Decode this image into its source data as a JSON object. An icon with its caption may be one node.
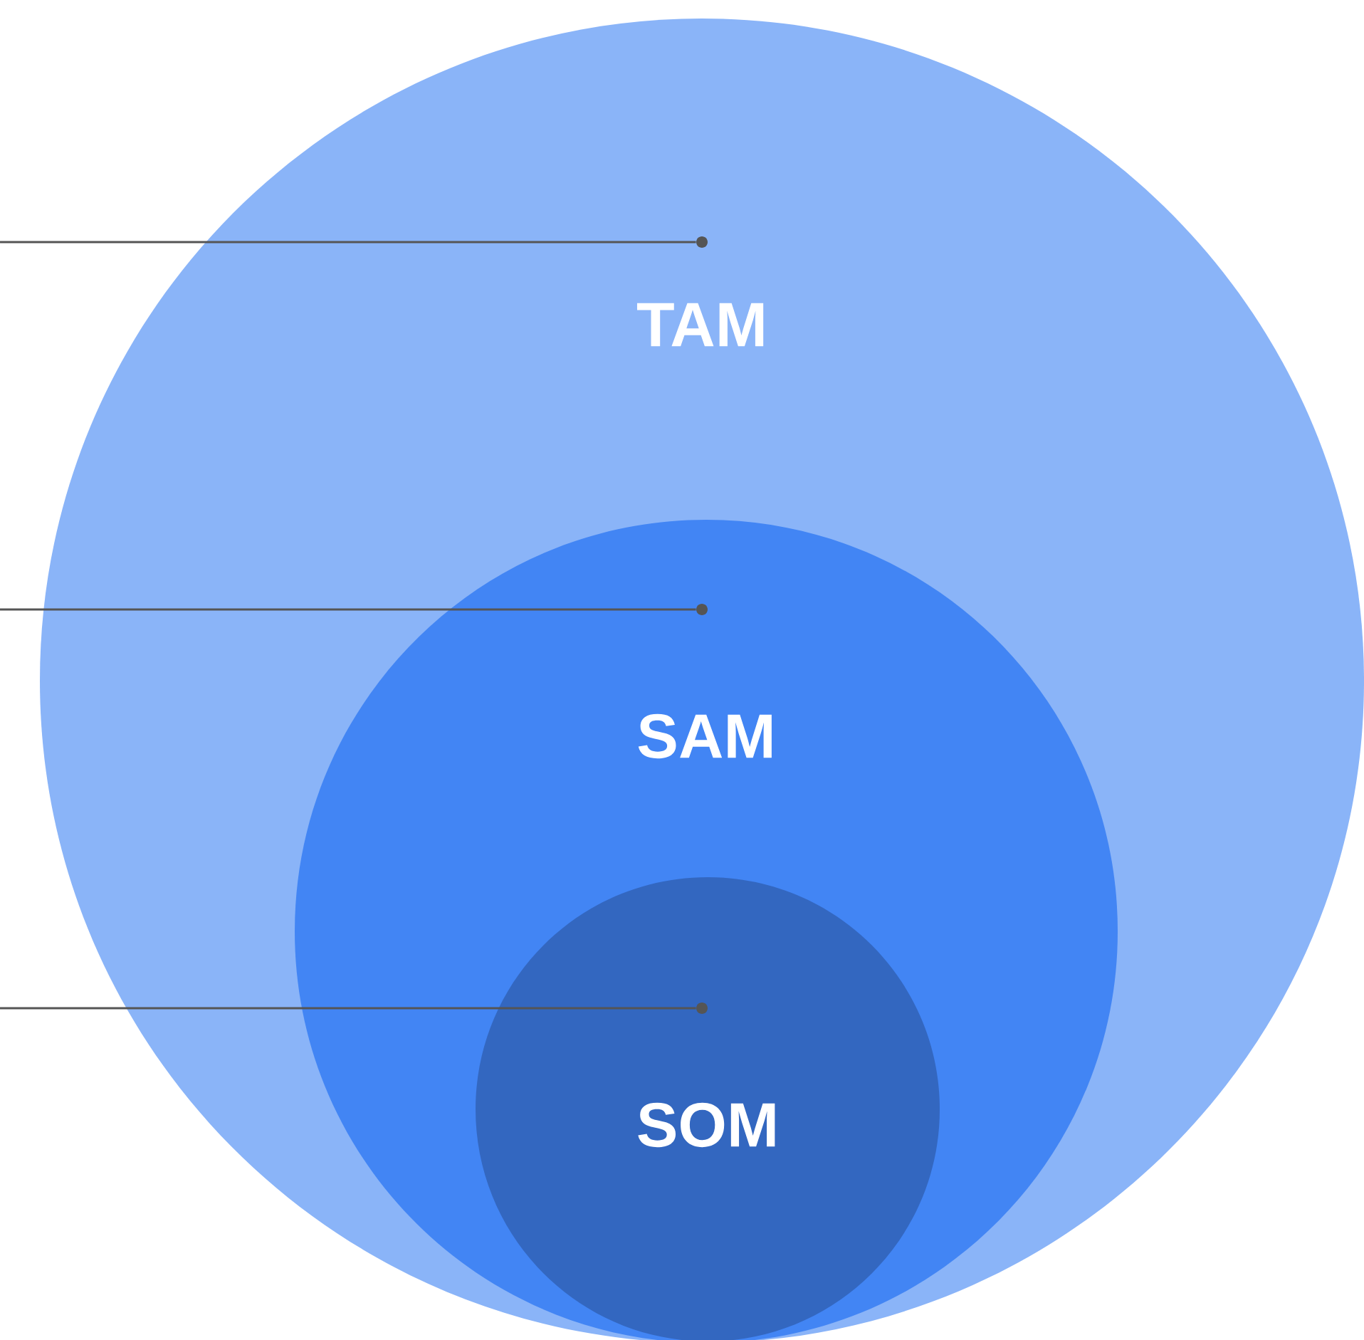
{
  "diagram": {
    "nodes": [
      {
        "text": [
          "TAM"
        ]
      },
      {
        "text": [],
        "shape": "circle",
        "in": 0
      },
      {
        "text": [
          "SAM"
        ],
        "in": 0
      },
      {
        "text": [],
        "shape": "circle",
        "in": 2
      },
      {
        "text": [
          "SOM"
        ],
        "in": 2
      },
      {
        "text": [],
        "shape": "circle",
        "in": 4
      }
    ],
    "edges": [
      {
        "from": null,
        "to": 1,
        "arrow": "none"
      },
      {
        "from": null,
        "to": 3,
        "arrow": "none"
      },
      {
        "from": null,
        "to": 5,
        "arrow": "none"
      }
    ]
  }
}
